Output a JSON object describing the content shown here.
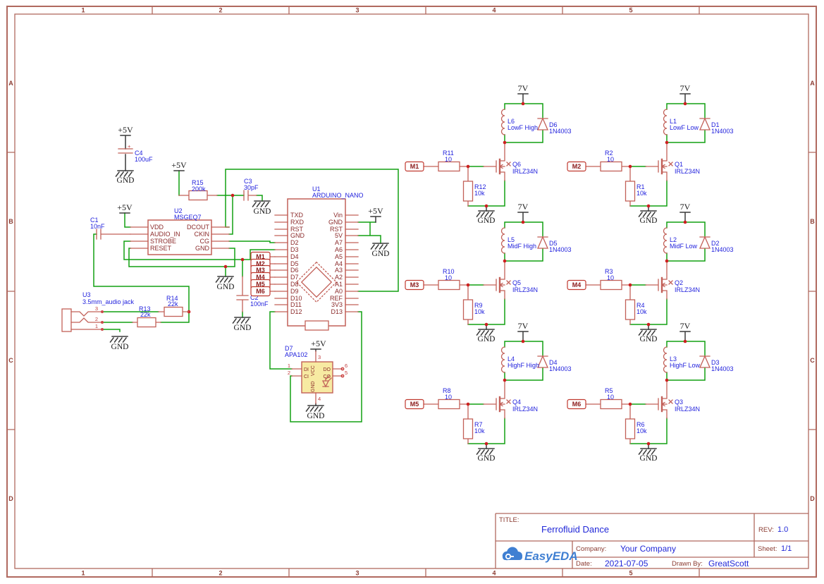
{
  "frame": {
    "cols": [
      "1",
      "2",
      "3",
      "4",
      "5"
    ],
    "rows": [
      "A",
      "B",
      "C",
      "D"
    ]
  },
  "title_block": {
    "title_label": "TITLE:",
    "title": "Ferrofluid Dance",
    "rev_label": "REV:",
    "rev": "1.0",
    "logo": "EasyEDA",
    "company_label": "Company:",
    "company": "Your Company",
    "sheet_label": "Sheet:",
    "sheet": "1/1",
    "date_label": "Date:",
    "date": "2021-07-05",
    "drawn_label": "Drawn By:",
    "drawn_by": "GreatScott"
  },
  "power": {
    "p5v": "+5V",
    "p7v": "7V",
    "gnd": "GND",
    "plus": "+"
  },
  "u1": {
    "ref": "U1",
    "value": "ARDUINO_NANO",
    "left_pins": [
      "TXD",
      "RXD",
      "RST",
      "GND",
      "D2",
      "D3",
      "D4",
      "D5",
      "D6",
      "D7",
      "D8",
      "D9",
      "D10",
      "D11",
      "D12"
    ],
    "right_pins": [
      "Vin",
      "GND",
      "RST",
      "5V",
      "A7",
      "A6",
      "A5",
      "A4",
      "A3",
      "A2",
      "A1",
      "A0",
      "REF",
      "3V3",
      "D13"
    ]
  },
  "u2": {
    "ref": "U2",
    "value": "MSGEQ7",
    "left_pins": [
      "VDD",
      "AUDIO_IN",
      "STROBE",
      "RESET"
    ],
    "right_pins": [
      "DCOUT",
      "CKIN",
      "CG",
      "GND"
    ]
  },
  "u3": {
    "ref": "U3",
    "value": "3.5mm_audio jack",
    "pin_numbers": [
      "3",
      "2",
      "1"
    ]
  },
  "c1": {
    "ref": "C1",
    "value": "10nF"
  },
  "c2": {
    "ref": "C2",
    "value": "100nF"
  },
  "c3": {
    "ref": "C3",
    "value": "30pF"
  },
  "c4": {
    "ref": "C4",
    "value": "100uF"
  },
  "r13": {
    "ref": "R13",
    "value": "22k"
  },
  "r14": {
    "ref": "R14",
    "value": "22k"
  },
  "r15": {
    "ref": "R15",
    "value": "200k"
  },
  "d7": {
    "ref": "D7",
    "value": "APA102",
    "pins": {
      "p1": "1",
      "p2": "2",
      "p3": "3",
      "p4": "4",
      "p5": "5",
      "p6": "6",
      "di": "DI",
      "ci": "CI",
      "do": "DO",
      "co": "CO",
      "vcc": "VCC",
      "gnd": "GND"
    }
  },
  "ports": [
    "M1",
    "M2",
    "M3",
    "M4",
    "M5",
    "M6"
  ],
  "drivers": [
    {
      "port": "M1",
      "r_gate_ref": "R11",
      "r_gate_val": "10",
      "r_pd_ref": "R12",
      "r_pd_val": "10k",
      "q_ref": "Q6",
      "q_val": "IRLZ34N",
      "l_ref": "L6",
      "l_val": "LowF High",
      "d_ref": "D6",
      "d_val": "1N4003"
    },
    {
      "port": "M2",
      "r_gate_ref": "R2",
      "r_gate_val": "10",
      "r_pd_ref": "R1",
      "r_pd_val": "10k",
      "q_ref": "Q1",
      "q_val": "IRLZ34N",
      "l_ref": "L1",
      "l_val": "LowF Low",
      "d_ref": "D1",
      "d_val": "1N4003"
    },
    {
      "port": "M3",
      "r_gate_ref": "R10",
      "r_gate_val": "10",
      "r_pd_ref": "R9",
      "r_pd_val": "10k",
      "q_ref": "Q5",
      "q_val": "IRLZ34N",
      "l_ref": "L5",
      "l_val": "MidF High",
      "d_ref": "D5",
      "d_val": "1N4003"
    },
    {
      "port": "M4",
      "r_gate_ref": "R3",
      "r_gate_val": "10",
      "r_pd_ref": "R4",
      "r_pd_val": "10k",
      "q_ref": "Q2",
      "q_val": "IRLZ34N",
      "l_ref": "L2",
      "l_val": "MidF Low",
      "d_ref": "D2",
      "d_val": "1N4003"
    },
    {
      "port": "M5",
      "r_gate_ref": "R8",
      "r_gate_val": "10",
      "r_pd_ref": "R7",
      "r_pd_val": "10k",
      "q_ref": "Q4",
      "q_val": "IRLZ34N",
      "l_ref": "L4",
      "l_val": "HighF High",
      "d_ref": "D4",
      "d_val": "1N4003"
    },
    {
      "port": "M6",
      "r_gate_ref": "R5",
      "r_gate_val": "10",
      "r_pd_ref": "R6",
      "r_pd_val": "10k",
      "q_ref": "Q3",
      "q_val": "IRLZ34N",
      "l_ref": "L3",
      "l_val": "HighF Low",
      "d_ref": "D3",
      "d_val": "1N4003"
    }
  ]
}
